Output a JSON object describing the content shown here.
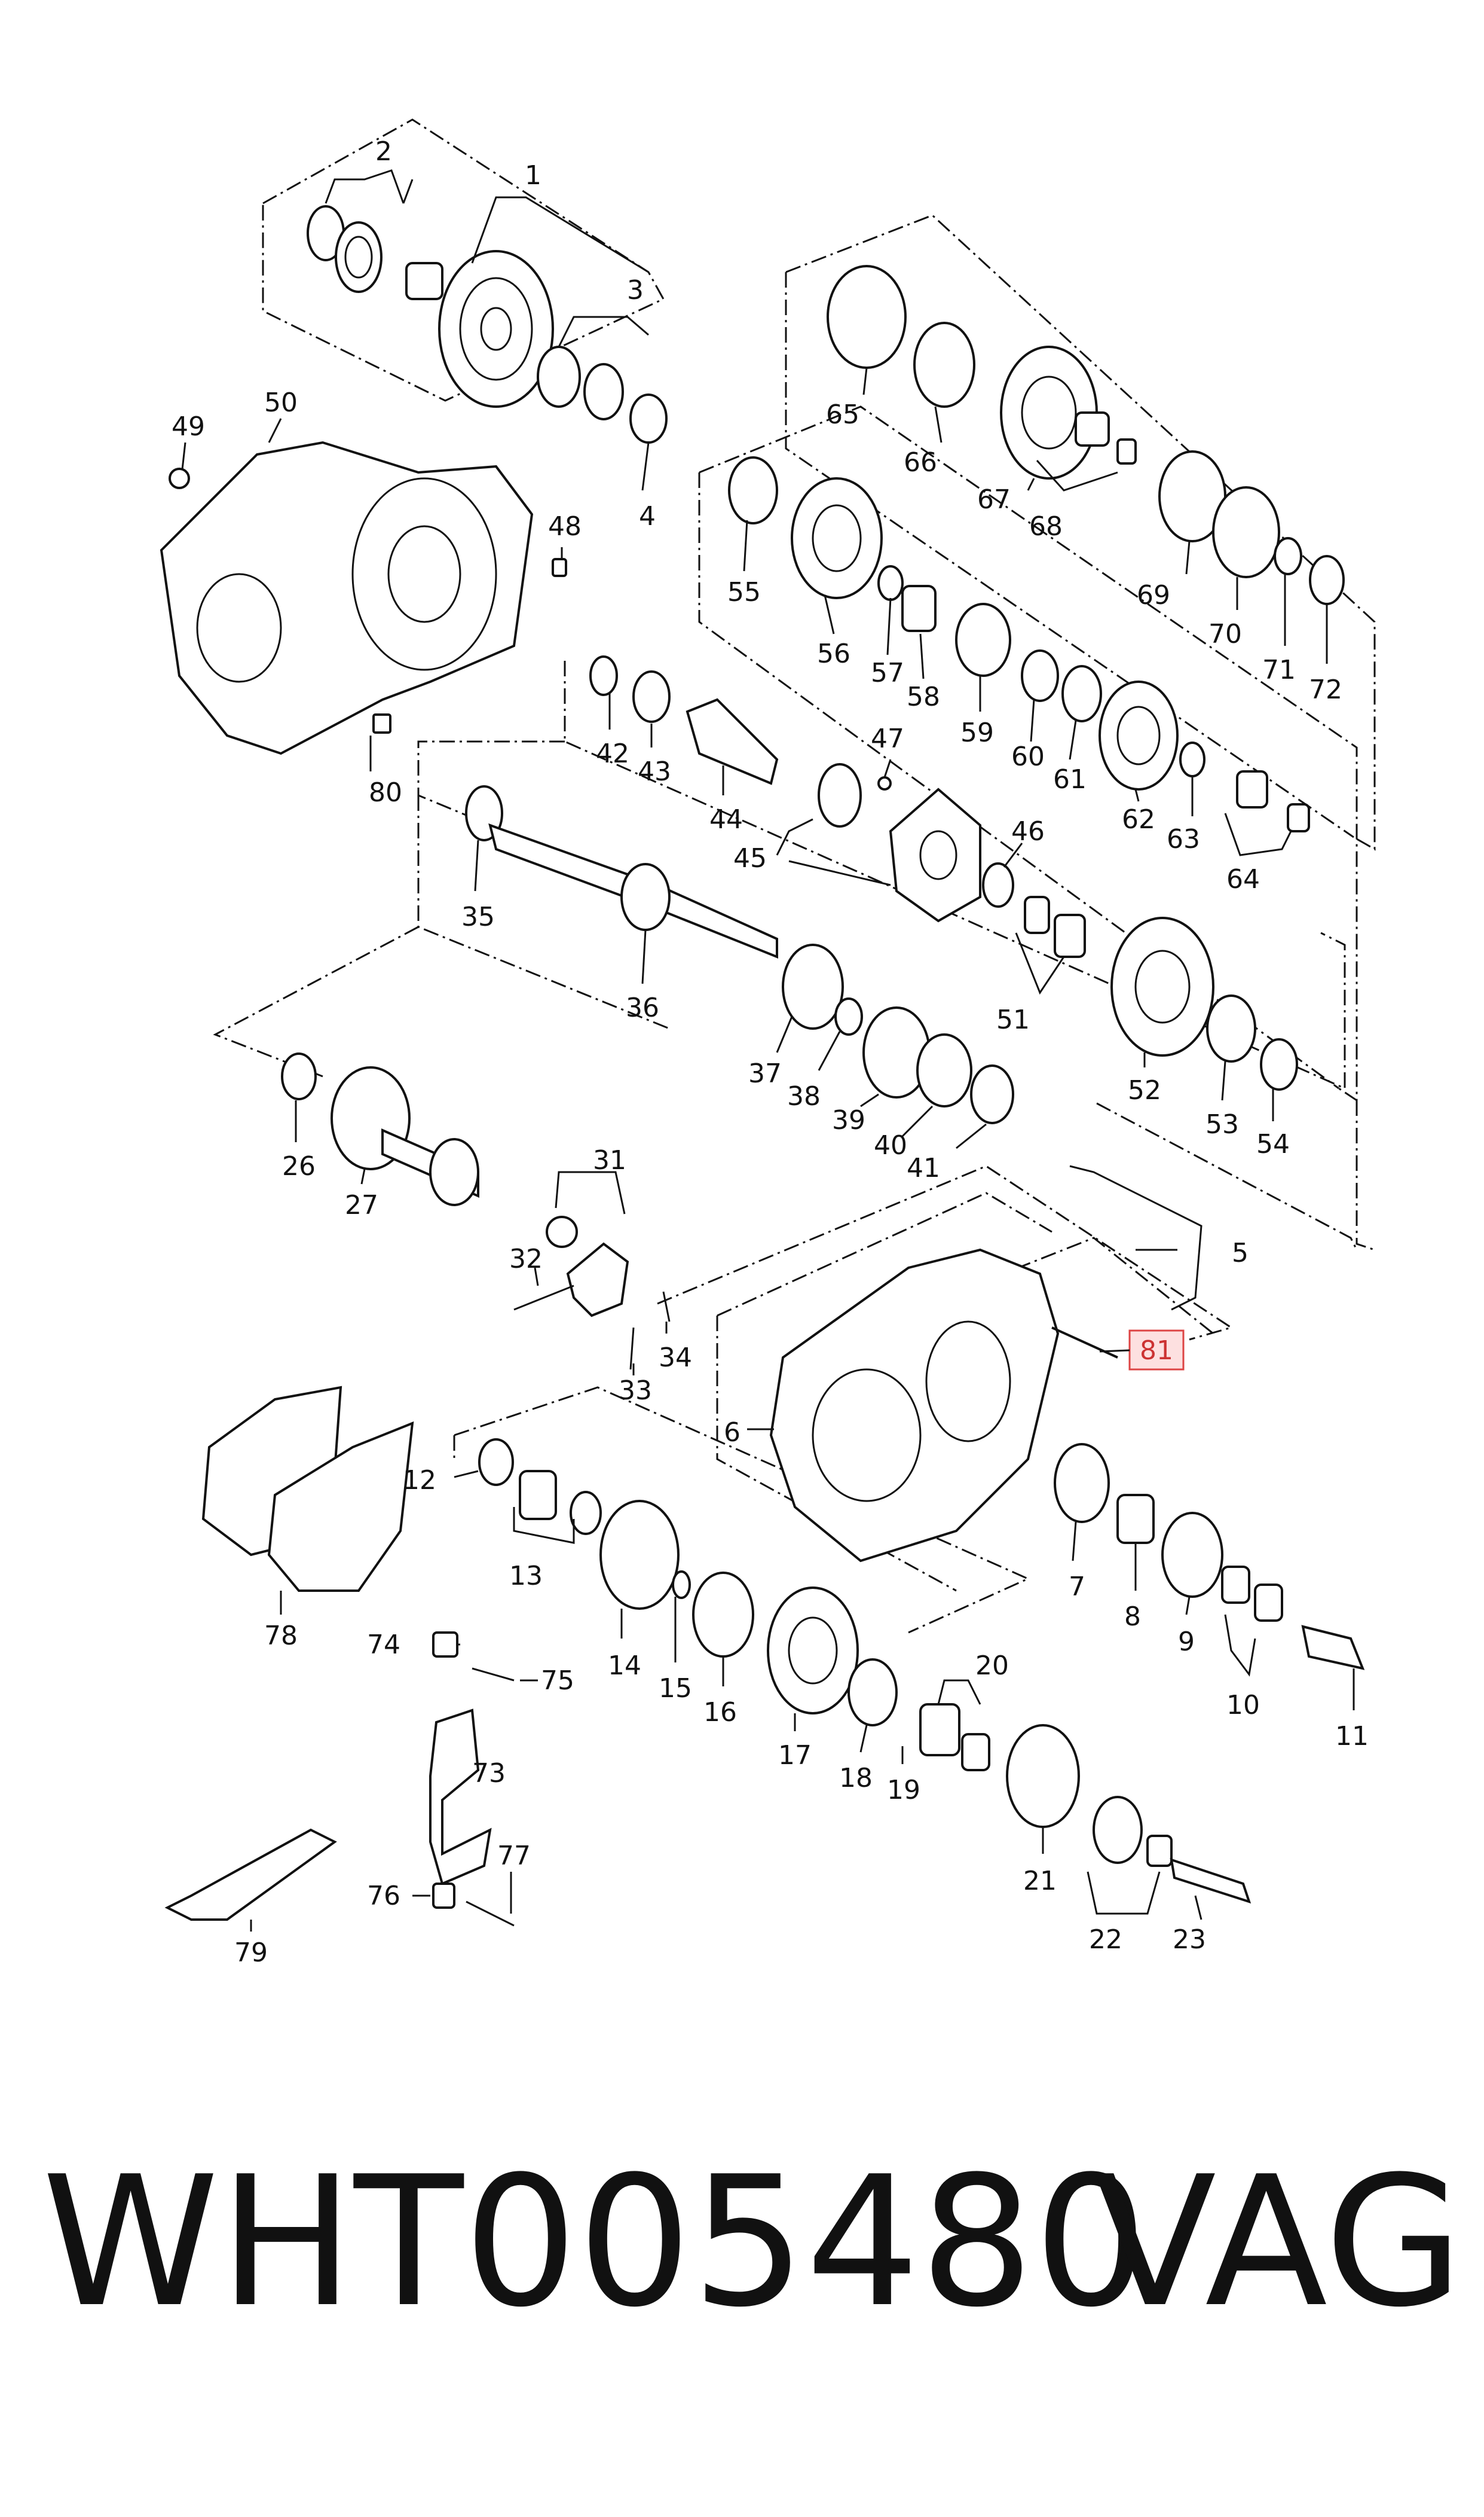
{
  "diagram": {
    "parts": [
      {
        "n": "1"
      },
      {
        "n": "2"
      },
      {
        "n": "3"
      },
      {
        "n": "4"
      },
      {
        "n": "5"
      },
      {
        "n": "6"
      },
      {
        "n": "7"
      },
      {
        "n": "8"
      },
      {
        "n": "9"
      },
      {
        "n": "10"
      },
      {
        "n": "11"
      },
      {
        "n": "12"
      },
      {
        "n": "13"
      },
      {
        "n": "14"
      },
      {
        "n": "15"
      },
      {
        "n": "16"
      },
      {
        "n": "17"
      },
      {
        "n": "18"
      },
      {
        "n": "19"
      },
      {
        "n": "20"
      },
      {
        "n": "21"
      },
      {
        "n": "22"
      },
      {
        "n": "23"
      },
      {
        "n": "26"
      },
      {
        "n": "27"
      },
      {
        "n": "31"
      },
      {
        "n": "32"
      },
      {
        "n": "33"
      },
      {
        "n": "34"
      },
      {
        "n": "35"
      },
      {
        "n": "36"
      },
      {
        "n": "37"
      },
      {
        "n": "38"
      },
      {
        "n": "39"
      },
      {
        "n": "40"
      },
      {
        "n": "41"
      },
      {
        "n": "42"
      },
      {
        "n": "43"
      },
      {
        "n": "44"
      },
      {
        "n": "45"
      },
      {
        "n": "46"
      },
      {
        "n": "47"
      },
      {
        "n": "48"
      },
      {
        "n": "49"
      },
      {
        "n": "50"
      },
      {
        "n": "51"
      },
      {
        "n": "52"
      },
      {
        "n": "53"
      },
      {
        "n": "54"
      },
      {
        "n": "55"
      },
      {
        "n": "56"
      },
      {
        "n": "57"
      },
      {
        "n": "58"
      },
      {
        "n": "59"
      },
      {
        "n": "60"
      },
      {
        "n": "61"
      },
      {
        "n": "62"
      },
      {
        "n": "63"
      },
      {
        "n": "64"
      },
      {
        "n": "65"
      },
      {
        "n": "66"
      },
      {
        "n": "67"
      },
      {
        "n": "68"
      },
      {
        "n": "69"
      },
      {
        "n": "70"
      },
      {
        "n": "71"
      },
      {
        "n": "72"
      },
      {
        "n": "73"
      },
      {
        "n": "74"
      },
      {
        "n": "75"
      },
      {
        "n": "76"
      },
      {
        "n": "77"
      },
      {
        "n": "78"
      },
      {
        "n": "79"
      },
      {
        "n": "80"
      }
    ],
    "highlighted": {
      "n": "81",
      "color": "#d44444"
    }
  },
  "footer": {
    "part_number": "WHT005480",
    "brand": "VAG"
  }
}
